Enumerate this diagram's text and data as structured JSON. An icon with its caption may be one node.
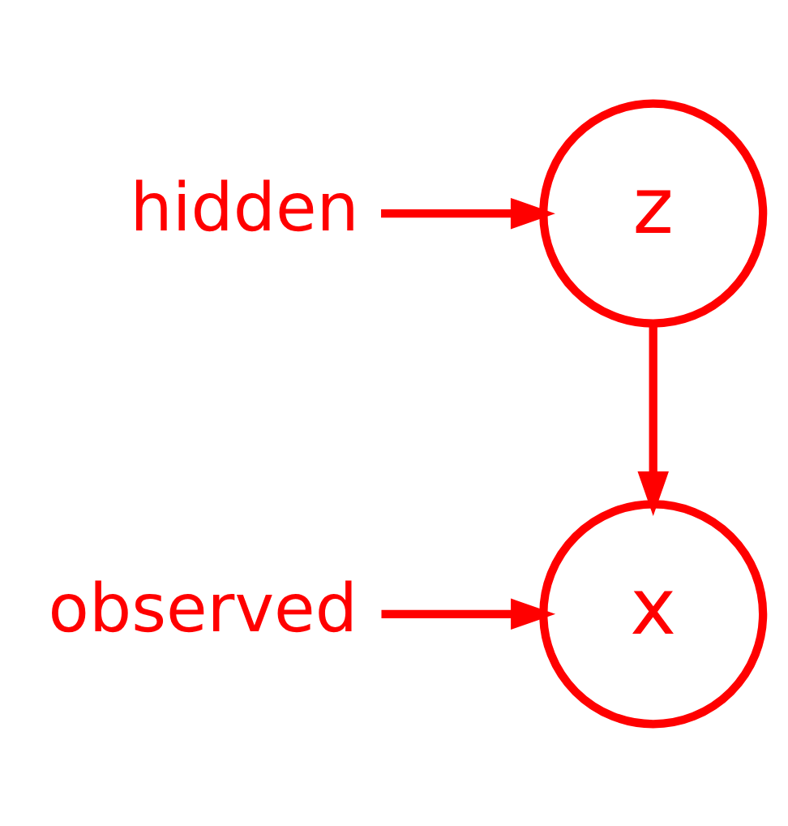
{
  "diagram": {
    "nodes": [
      {
        "text": [
          "z"
        ]
      },
      {
        "text": [
          "hidden"
        ]
      },
      {
        "text": [
          "x"
        ]
      },
      {
        "text": [
          "observed"
        ]
      }
    ],
    "edges": [
      {
        "from": 1,
        "to": 0,
        "arrow": "to"
      },
      {
        "from": 0,
        "to": 2,
        "arrow": "to"
      },
      {
        "from": 3,
        "to": 2,
        "arrow": "to"
      }
    ]
  }
}
